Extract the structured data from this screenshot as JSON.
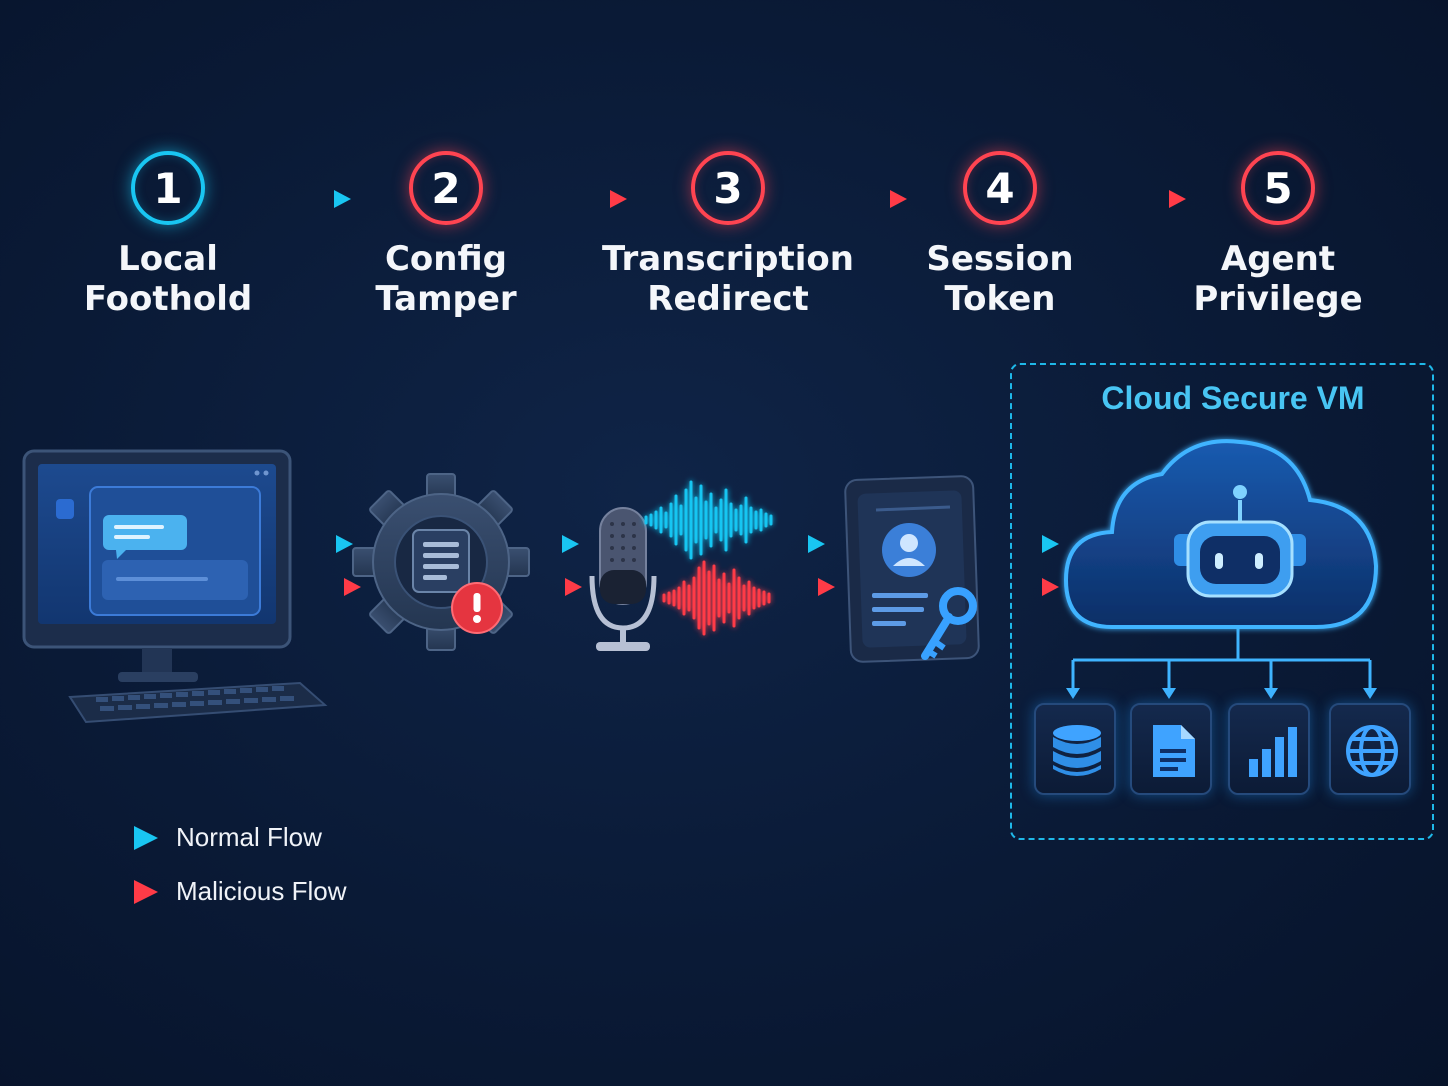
{
  "steps": [
    {
      "number": "1",
      "label": "Local\nFoothold",
      "color": "#19c6f2"
    },
    {
      "number": "2",
      "label": "Config\nTamper",
      "color": "#ff4451"
    },
    {
      "number": "3",
      "label": "Transcription\nRedirect",
      "color": "#ff4451"
    },
    {
      "number": "4",
      "label": "Session\nToken",
      "color": "#ff4451"
    },
    {
      "number": "5",
      "label": "Agent\nPrivilege",
      "color": "#ff4451"
    }
  ],
  "cloud": {
    "title": "Cloud Secure VM",
    "services": [
      "database-icon",
      "document-icon",
      "bar-chart-icon",
      "globe-icon"
    ]
  },
  "components": [
    "desktop-computer-icon",
    "gear-config-icon",
    "microphone-icon",
    "identity-card-icon",
    "cloud-robot-icon"
  ],
  "legend": {
    "normal": "Normal Flow",
    "malicious": "Malicious Flow"
  },
  "colors": {
    "normal": "#19c6f2",
    "malicious": "#ff3b47",
    "background": "#0a1a36"
  }
}
